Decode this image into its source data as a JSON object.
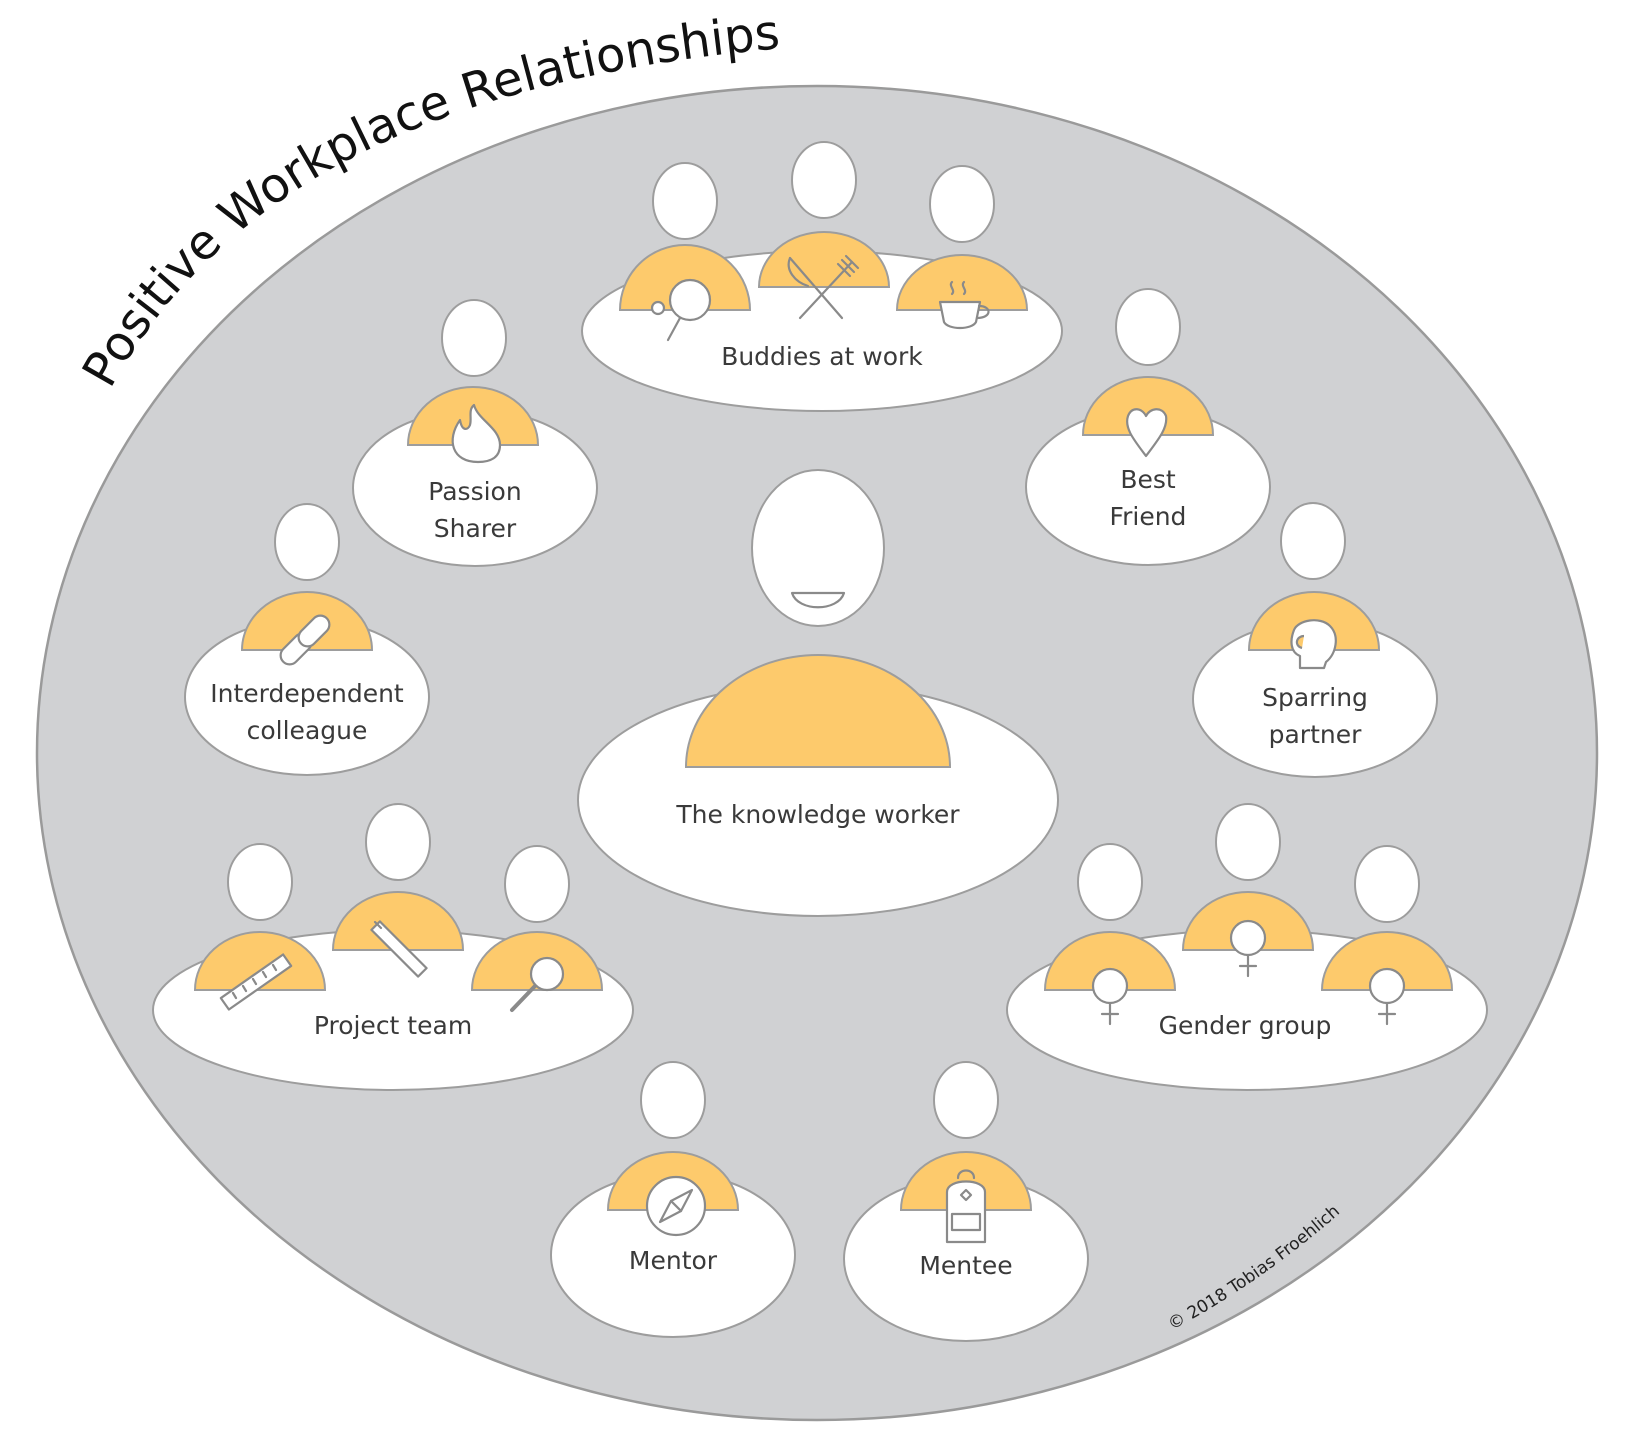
{
  "title": "Positive Workplace Relationships",
  "center_label": "The knowledge worker",
  "groups": {
    "buddies": "Buddies at work",
    "best_friend": {
      "line1": "Best",
      "line2": "Friend"
    },
    "passion_sharer": {
      "line1": "Passion",
      "line2": "Sharer"
    },
    "interdependent": {
      "line1": "Interdependent",
      "line2": "colleague"
    },
    "sparring": {
      "line1": "Sparring",
      "line2": "partner"
    },
    "project_team": "Project team",
    "gender_group": "Gender group",
    "mentor": "Mentor",
    "mentee": "Mentee"
  },
  "copyright": "© 2018 Tobias Froehlich",
  "colors": {
    "background_oval": "#d0d1d3",
    "person_body": "#fdca6c",
    "outline": "#9d9d9d"
  },
  "icons": [
    "table-tennis-icon",
    "cutlery-icon",
    "coffee-cup-icon",
    "heart-icon",
    "flame-icon",
    "chain-link-icon",
    "boxing-glove-icon",
    "ruler-icon",
    "pencil-icon",
    "magnifier-icon",
    "female-symbol-icon",
    "compass-icon",
    "backpack-icon"
  ]
}
